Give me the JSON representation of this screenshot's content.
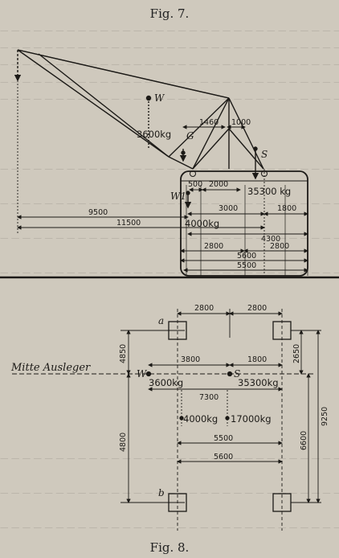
{
  "figure_7": {
    "caption": "Fig. 7.",
    "labels": {
      "W": "W",
      "G": "G",
      "S": "S",
      "W1": "W1",
      "W_load": "3600kg",
      "S_load": "35300 kg",
      "W1_load": "4000kg"
    },
    "dimensions": {
      "d_1460": "1460",
      "d_1000": "1000",
      "d_500": "500",
      "d_2000": "2000",
      "d_3000": "3000",
      "d_1800": "1800",
      "d_9500": "9500",
      "d_11500": "11500",
      "d_4300": "4300",
      "d_2800a": "2800",
      "d_2800b": "2800",
      "d_5600": "5600",
      "d_5500": "5500"
    }
  },
  "figure_8": {
    "caption": "Fig. 8.",
    "labels": {
      "boom_center": "Mitte Ausleger",
      "a": "a",
      "b": "b",
      "W": "W",
      "S": "S",
      "W_load": "3600kg",
      "S_load": "35300kg",
      "W1_load": "4000kg",
      "G_load": "17000kg"
    },
    "dimensions": {
      "d_2800a": "2800",
      "d_2800b": "2800",
      "d_3800": "3800",
      "d_1800": "1800",
      "d_4850": "4850",
      "d_2650": "2650",
      "d_7300": "7300",
      "d_9250": "9250",
      "d_6600": "6600",
      "d_4800": "4800",
      "d_5500": "5500",
      "d_5600": "5600"
    }
  }
}
